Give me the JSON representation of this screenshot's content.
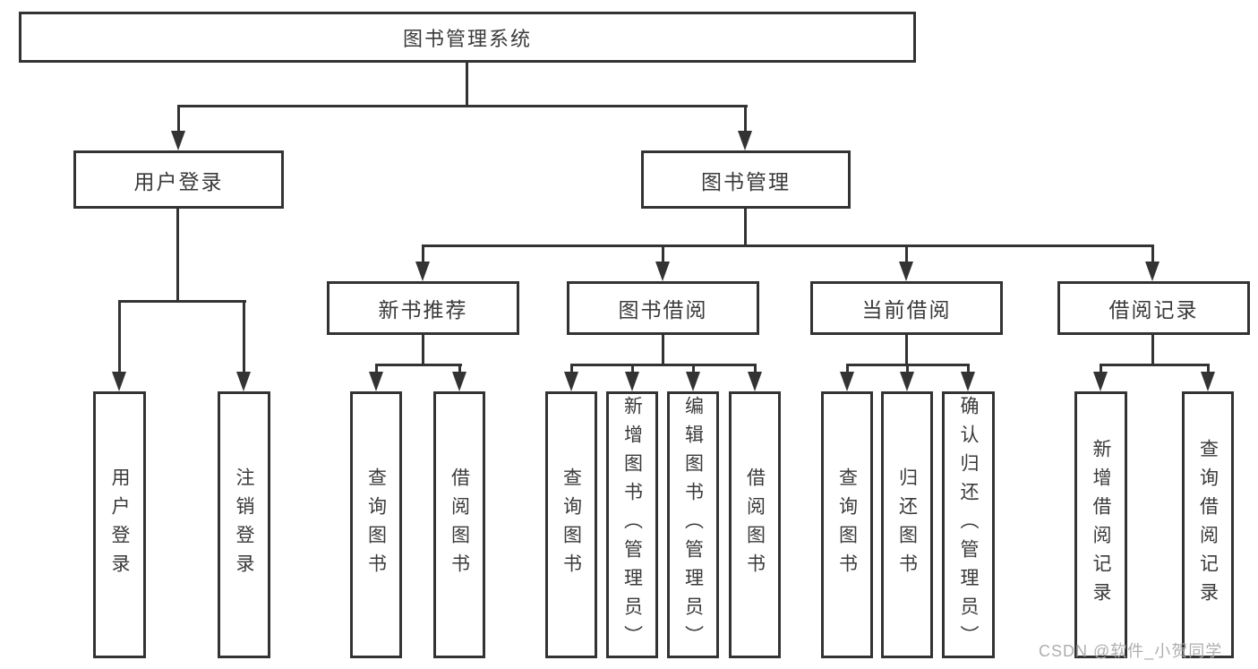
{
  "diagram": {
    "root": {
      "label": "图书管理系统"
    },
    "level2": {
      "user_login": {
        "label": "用户登录"
      },
      "book_management": {
        "label": "图书管理"
      }
    },
    "level3": {
      "new_book_recommendation": {
        "label": "新书推荐"
      },
      "book_borrowing": {
        "label": "图书借阅"
      },
      "current_borrowing": {
        "label": "当前借阅"
      },
      "borrowing_records": {
        "label": "借阅记录"
      }
    },
    "leaves": {
      "user_login": {
        "label": "用户登录"
      },
      "logout": {
        "label": "注销登录"
      },
      "recommend_query_books": {
        "label": "查询图书"
      },
      "recommend_borrow_books": {
        "label": "借阅图书"
      },
      "borrow_query_books": {
        "label": "查询图书"
      },
      "borrow_add_books_admin": {
        "label": "新增图书（管理员）"
      },
      "borrow_edit_books_admin": {
        "label": "编辑图书（管理员）"
      },
      "borrow_borrow_books": {
        "label": "借阅图书"
      },
      "current_query_books": {
        "label": "查询图书"
      },
      "current_return_books": {
        "label": "归还图书"
      },
      "current_confirm_return_admin": {
        "label": "确认归还（管理员）"
      },
      "records_add_borrow_record": {
        "label": "新增借阅记录"
      },
      "records_query_borrow_record": {
        "label": "查询借阅记录"
      }
    }
  },
  "watermark": {
    "text": "CSDN @软件_小贺同学"
  },
  "colors": {
    "line": "#333333",
    "text": "#3a3a3a",
    "watermark": "#aeaeae",
    "background": "#ffffff"
  }
}
